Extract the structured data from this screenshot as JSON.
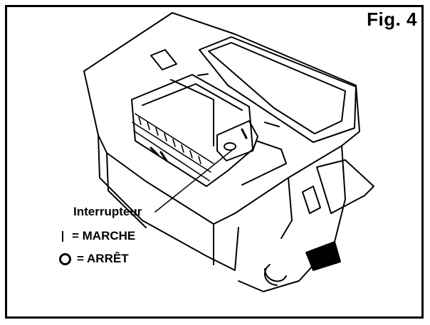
{
  "figure": {
    "label": "Fig. 4"
  },
  "callout": {
    "title": "Interrupteur",
    "legend": [
      {
        "symbol": "bar-icon",
        "text": "= MARCHE"
      },
      {
        "symbol": "circle-icon",
        "text": "= ARRÊT"
      }
    ]
  },
  "colors": {
    "ink": "#000000",
    "paper": "#ffffff"
  }
}
